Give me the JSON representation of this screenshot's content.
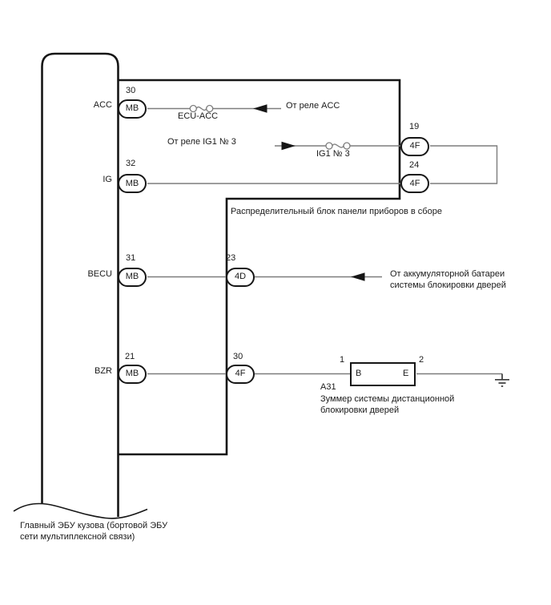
{
  "ecu": {
    "caption": [
      "Главный ЭБУ кузова (бортовой ЭБУ",
      "сети мультиплексной связи)"
    ],
    "pins": [
      {
        "label": "ACC",
        "num": "30",
        "conn": "MB"
      },
      {
        "label": "IG",
        "num": "32",
        "conn": "MB"
      },
      {
        "label": "BECU",
        "num": "31",
        "conn": "MB"
      },
      {
        "label": "BZR",
        "num": "21",
        "conn": "MB"
      }
    ]
  },
  "junction_block": {
    "caption": "Распределительный блок панели приборов в сборе",
    "pins": [
      {
        "num": "19",
        "conn": "4F"
      },
      {
        "num": "24",
        "conn": "4F"
      },
      {
        "num": "23",
        "conn": "4D"
      },
      {
        "num": "30",
        "conn": "4F"
      }
    ],
    "fuses": [
      {
        "label": "ECU-ACC"
      },
      {
        "label": "IG1 № 3"
      }
    ]
  },
  "notes": {
    "from_acc_relay": "От реле ACC",
    "from_ig1_relay": "От реле IG1 № 3",
    "from_battery": [
      "От аккумуляторной батареи",
      "системы блокировки дверей"
    ]
  },
  "buzzer": {
    "code": "A31",
    "caption": [
      "Зуммер системы дистанционной",
      "блокировки дверей"
    ],
    "pin_left": "1",
    "pin_right": "2",
    "term_left": "B",
    "term_right": "E"
  },
  "colors": {
    "outline": "#161616",
    "wire": "#7d7d7d",
    "text": "#1a1a1a",
    "background": "#ffffff"
  }
}
